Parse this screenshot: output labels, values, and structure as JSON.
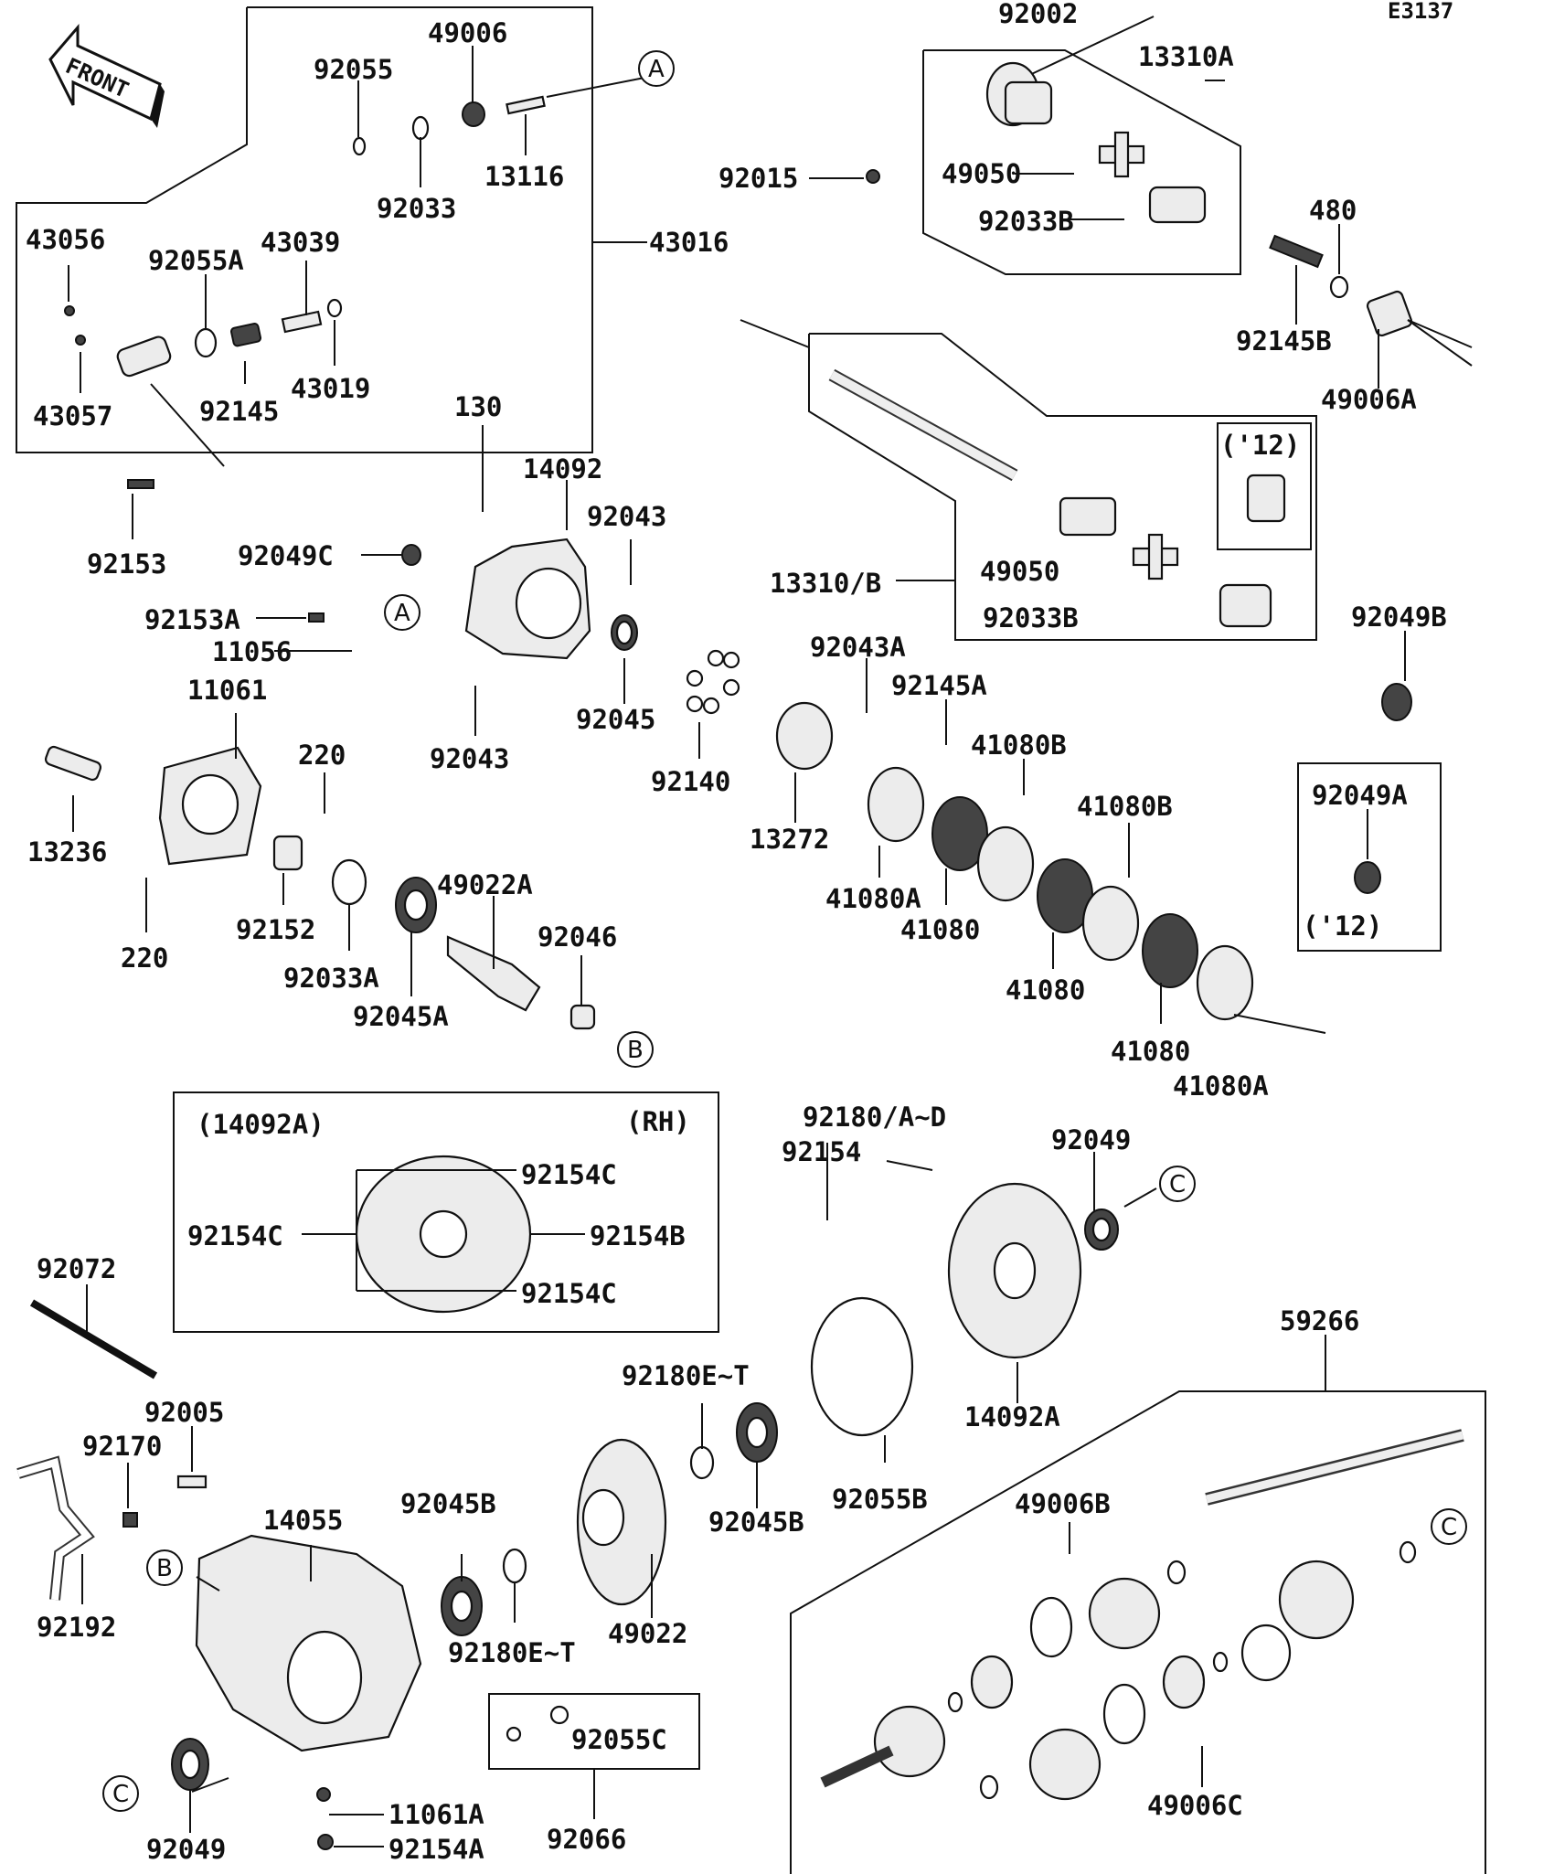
{
  "diagram_code": "E3137",
  "front_label": "FRONT",
  "callouts": {
    "a": "A",
    "b": "B",
    "c": "C"
  },
  "inset_rh": {
    "part": "(14092A)",
    "side": "(RH)"
  },
  "inset_12_top": "('12)",
  "inset_12_bottom": "('12)",
  "labels": [
    "92002",
    "13310A",
    "92015",
    "49050",
    "92033B",
    "480",
    "92145B",
    "49006A",
    "49006",
    "92055",
    "92033",
    "13116",
    "43016",
    "43056",
    "92055A",
    "43039",
    "43057",
    "92145",
    "43019",
    "92153",
    "130",
    "14092",
    "92043",
    "92049C",
    "92153A",
    "11056",
    "92045",
    "92043",
    "13310/B",
    "49050",
    "92033B",
    "92049B",
    "92043A",
    "92145A",
    "41080B",
    "41080B",
    "11061",
    "220",
    "13236",
    "220",
    "92152",
    "92033A",
    "49022A",
    "92046",
    "92045A",
    "92140",
    "13272",
    "41080A",
    "41080",
    "41080",
    "41080",
    "41080A",
    "92049A",
    "92154C",
    "92154C",
    "92154B",
    "92154C",
    "92180/A~D",
    "92154",
    "92049",
    "14092A",
    "92072",
    "92005",
    "92170",
    "92192",
    "14055",
    "92045B",
    "92180E~T",
    "92045B",
    "92055B",
    "92180E~T",
    "49022",
    "92049",
    "11061A",
    "92154A",
    "92055C",
    "92066",
    "59266",
    "49006B",
    "49006C"
  ]
}
